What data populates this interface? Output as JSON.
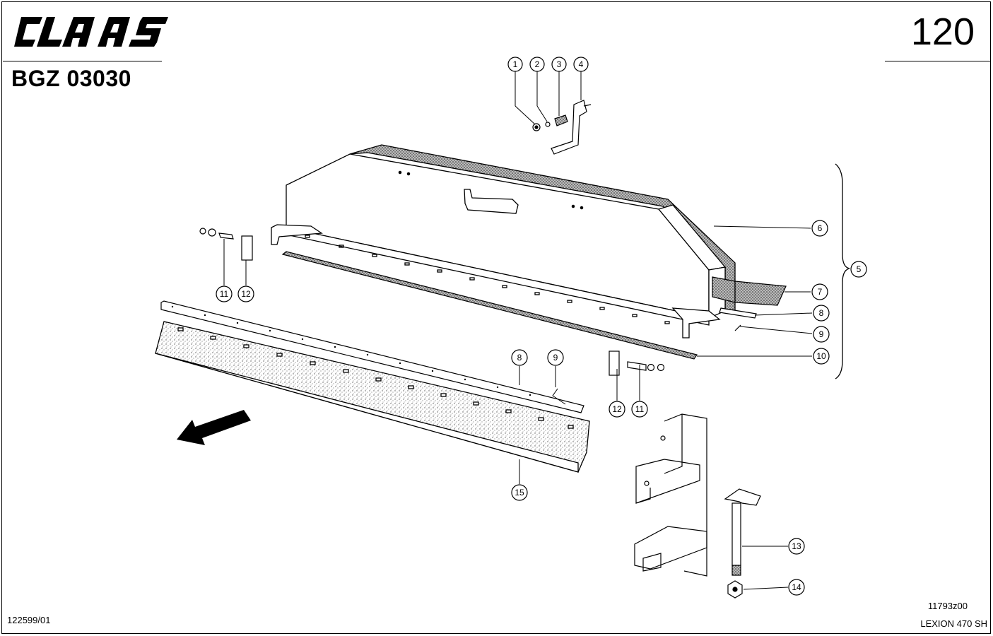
{
  "header": {
    "brand": "CLAAS",
    "doc_code": "BGZ 03030",
    "page_number": "120"
  },
  "footer": {
    "left_code": "122599/01",
    "drawing_ref": "11793z00",
    "model": "LEXION 470 SH"
  },
  "callouts": {
    "c1": "1",
    "c2": "2",
    "c3": "3",
    "c4": "4",
    "c5": "5",
    "c6": "6",
    "c7": "7",
    "c8a": "8",
    "c9a": "9",
    "c10": "10",
    "c11a": "11",
    "c12a": "12",
    "c8b": "8",
    "c9b": "9",
    "c12b": "12",
    "c11b": "11",
    "c15": "15",
    "c13": "13",
    "c14": "14"
  },
  "icons": [
    "direction-arrow-icon"
  ]
}
